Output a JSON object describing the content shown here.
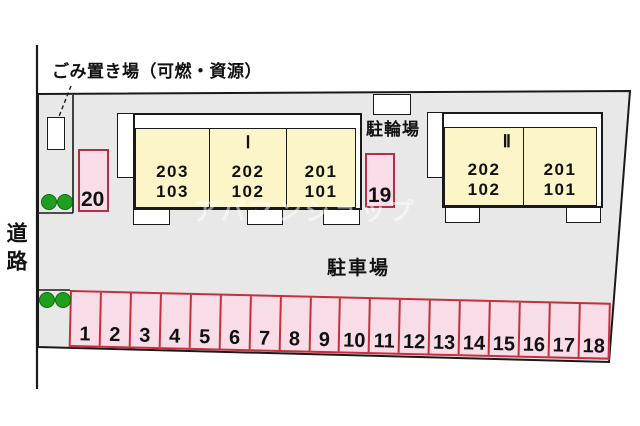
{
  "labels": {
    "garbage": "ごみ置き場（可燃・資源）",
    "road": "道路",
    "bicycle_parking": "駐輪場",
    "car_parking": "駐車場"
  },
  "buildings": [
    {
      "numeral": "Ⅰ",
      "units": [
        {
          "upper": "203",
          "lower": "103"
        },
        {
          "upper": "202",
          "lower": "102"
        },
        {
          "upper": "201",
          "lower": "101"
        }
      ]
    },
    {
      "numeral": "Ⅱ",
      "units": [
        {
          "upper": "202",
          "lower": "102"
        },
        {
          "upper": "201",
          "lower": "101"
        }
      ]
    }
  ],
  "parking_row": {
    "stalls": [
      "1",
      "2",
      "3",
      "4",
      "5",
      "6",
      "7",
      "8",
      "9",
      "10",
      "11",
      "12",
      "13",
      "14",
      "15",
      "16",
      "17",
      "18"
    ]
  },
  "standalone_stalls": {
    "stall19": "19",
    "stall20": "20"
  },
  "watermark": "アパマンショップ",
  "colors": {
    "site_fill": "#e8e8e8",
    "unit_fill": "#fbf5c8",
    "stall_fill": "#f8dce7",
    "row_border": "#c5303c",
    "single_stall_border": "#b23044",
    "tree_fill": "#1f9e1f"
  }
}
